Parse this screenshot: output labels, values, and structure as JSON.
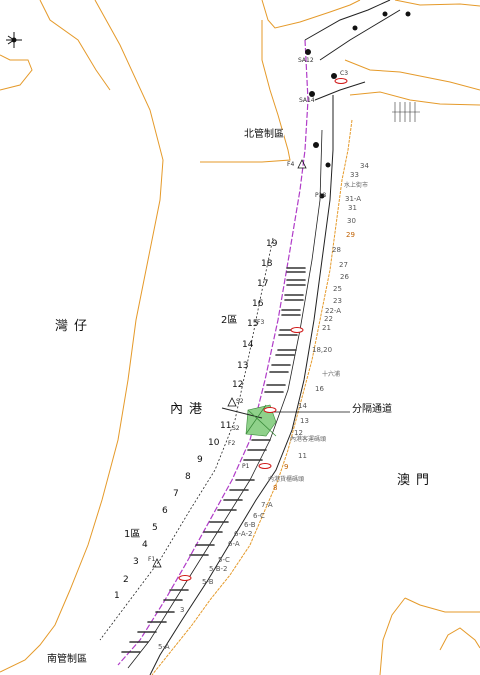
{
  "colors": {
    "coast": "#e59a2a",
    "boundary": "#b03cc8",
    "boundary_dark": "#222222",
    "berth": "#333333",
    "separation": "#8fd18a",
    "marker": "#d01818"
  },
  "areas": {
    "bay": "灣仔",
    "inner_harbour": "內港",
    "macau": "澳門"
  },
  "zones": {
    "north": "北管制區",
    "south": "南管制區",
    "zone1": "1區",
    "zone2": "2區",
    "separation": "分隔通道"
  },
  "berth_numbers": [
    "1",
    "2",
    "3",
    "4",
    "5",
    "6",
    "7",
    "8",
    "9",
    "10",
    "11",
    "12",
    "13",
    "14",
    "15",
    "16",
    "17",
    "18",
    "19"
  ],
  "piers": [
    "34",
    "33",
    "31-A",
    "31",
    "30",
    "29",
    "28",
    "27",
    "26",
    "25",
    "23",
    "22-A",
    "22",
    "21",
    "18,20",
    "16",
    "14",
    "13",
    "12",
    "11",
    "9",
    "8",
    "7-A",
    "6-C",
    "6-B",
    "6-A-2",
    "6-A",
    "5-C",
    "5-B-2",
    "5-B",
    "3",
    "5-A"
  ],
  "signal_codes": [
    "SA12",
    "SA14",
    "C3",
    "F4",
    "P18",
    "F3",
    "S2",
    "S2",
    "F2",
    "P1",
    "F1"
  ],
  "street_notes": [
    "水上街市",
    "十六浦",
    "內港客運碼頭",
    "內港貨櫃碼頭"
  ],
  "icons": [
    "compass-icon",
    "buoy-icon",
    "beacon-icon"
  ]
}
